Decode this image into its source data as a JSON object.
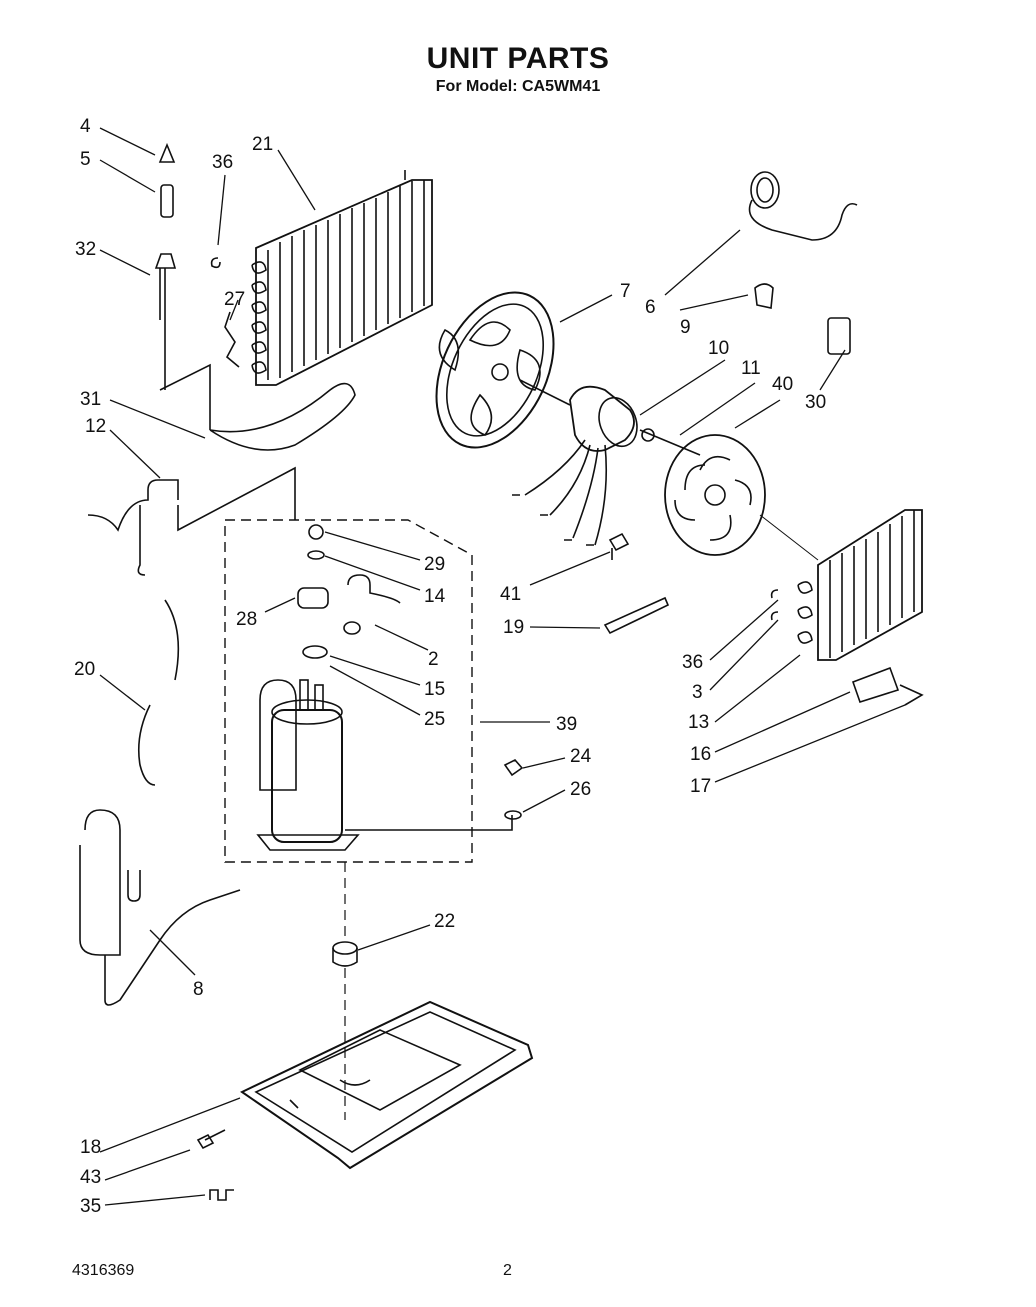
{
  "title": "UNIT PARTS",
  "subtitle": "For Model: CA5WM41",
  "footer": {
    "doc_number": "4316369",
    "page_number": "2"
  },
  "callouts": [
    "4",
    "5",
    "36",
    "21",
    "32",
    "27",
    "31",
    "12",
    "29",
    "14",
    "28",
    "2",
    "15",
    "25",
    "39",
    "20",
    "24",
    "26",
    "8",
    "22",
    "7",
    "6",
    "9",
    "30",
    "10",
    "11",
    "40",
    "41",
    "19",
    "36",
    "3",
    "13",
    "16",
    "17",
    "18",
    "43",
    "35"
  ]
}
